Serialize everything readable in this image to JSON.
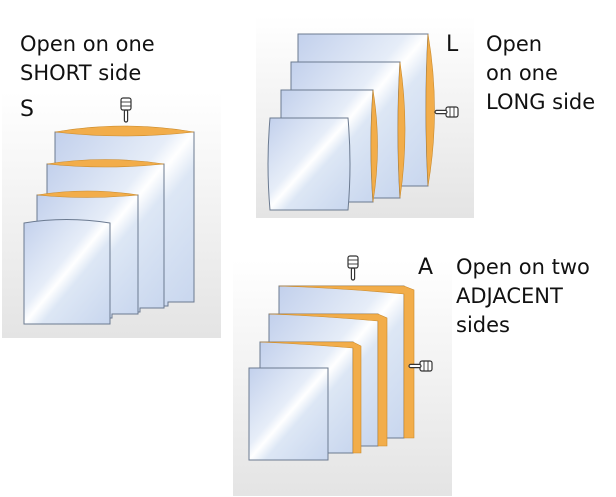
{
  "colors": {
    "panel": "#eeeeee",
    "sheet_light": "#f2f6fb",
    "sheet_blue": "#c4d2ee",
    "sheet_edge": "#6b7a90",
    "open_edge": "#f2ad4a",
    "text": "#111111"
  },
  "icons": [
    "pointing-hand-down-icon",
    "pointing-hand-left-icon"
  ],
  "panels": {
    "short": {
      "letter": "S",
      "caption_lines": [
        "Open on one",
        "SHORT side"
      ]
    },
    "long": {
      "letter": "L",
      "caption_lines": [
        "Open",
        "on one",
        "LONG side"
      ]
    },
    "adjacent": {
      "letter": "A",
      "caption_lines": [
        "Open on two",
        "ADJACENT",
        "sides"
      ]
    }
  }
}
